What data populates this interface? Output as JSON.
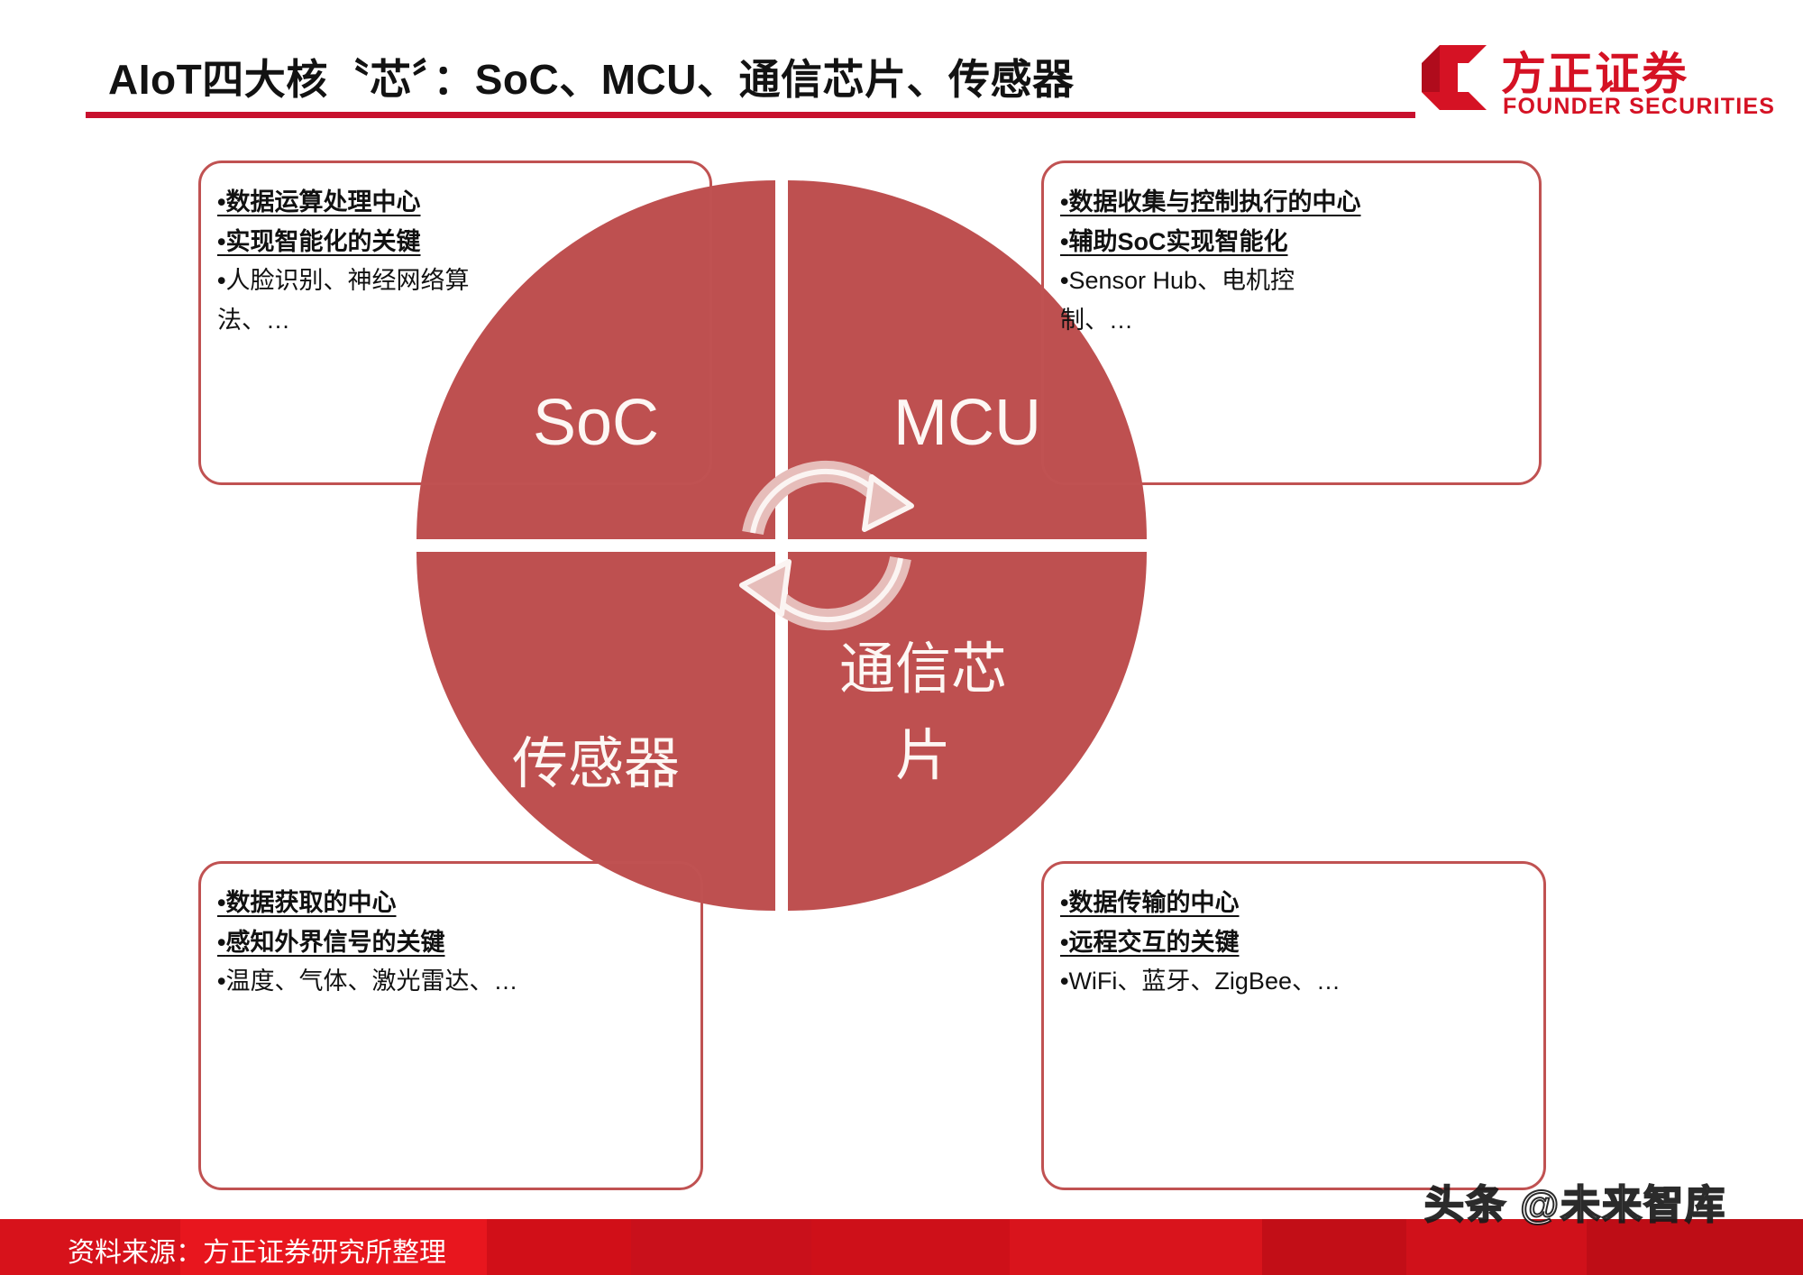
{
  "header": {
    "title": "AIoT四大核〝芯〞：SoC、MCU、通信芯片、传感器",
    "rule_color": "#C8102E"
  },
  "logo": {
    "mark_name": "founder-securities-logo-mark",
    "chinese_name": "方正证券",
    "english_name": "FOUNDER SECURITIES",
    "color": "#D51224"
  },
  "diagram": {
    "circle_fill": "#BE5050",
    "center_icon": "circular-arrows-icon",
    "quadrants": [
      {
        "id": "soc",
        "label": "SoC",
        "callout": {
          "lines": [
            {
              "text": "数据运算处理中心",
              "emphasis": true
            },
            {
              "text": "实现智能化的关键",
              "emphasis": true
            },
            {
              "text": "人脸识别、神经网络算\n法、…",
              "emphasis": false
            }
          ]
        }
      },
      {
        "id": "mcu",
        "label": "MCU",
        "callout": {
          "lines": [
            {
              "text": "数据收集与控制执行的中心",
              "emphasis": true
            },
            {
              "text": "辅助SoC实现智能化",
              "emphasis": true
            },
            {
              "text": "Sensor Hub、电机控\n制、…",
              "emphasis": false
            }
          ]
        }
      },
      {
        "id": "sensor",
        "label": "传感器",
        "callout": {
          "lines": [
            {
              "text": "数据获取的中心",
              "emphasis": true
            },
            {
              "text": "感知外界信号的关键",
              "emphasis": true
            },
            {
              "text": "温度、气体、激光雷达、…",
              "emphasis": false
            }
          ]
        }
      },
      {
        "id": "comm",
        "label": "通信芯\n片",
        "callout": {
          "lines": [
            {
              "text": "数据传输的中心",
              "emphasis": true
            },
            {
              "text": "远程交互的关键",
              "emphasis": true
            },
            {
              "text": "WiFi、蓝牙、ZigBee、…",
              "emphasis": false
            }
          ]
        }
      }
    ]
  },
  "footer": {
    "source_text": "资料来源：方正证券研究所整理"
  },
  "watermark": {
    "text": "头条 @未来智库"
  },
  "bullet": "•"
}
